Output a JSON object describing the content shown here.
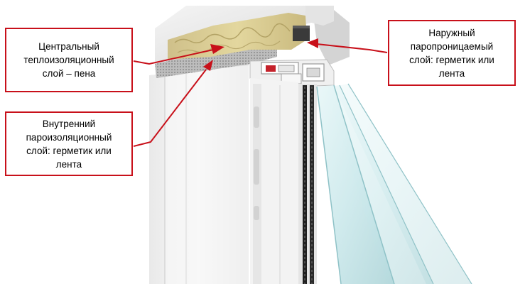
{
  "labels": {
    "central": "Центральный\nтеплоизоляционный\nслой – пена",
    "inner": "Внутренний\nпароизоляционный\nслой: герметик или\nлента",
    "outer": "Наружный\nпаропроницаемый\nслой: герметик или\nлента"
  },
  "colors": {
    "callout_border": "#c8101a",
    "arrow": "#c8101a",
    "foam": "#d8c98a",
    "frame": "#f2f2f2",
    "glass": "#bfe0e4"
  }
}
